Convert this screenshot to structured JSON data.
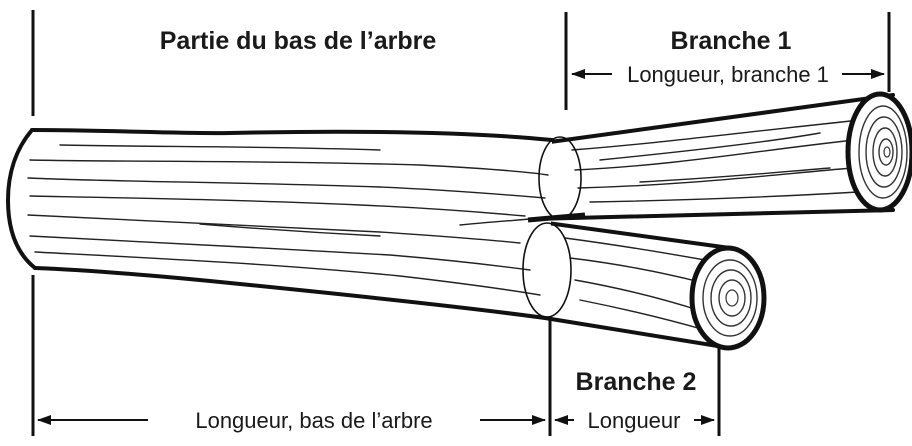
{
  "labels": {
    "trunk_title": "Partie du bas de l’arbre",
    "branch1_title": "Branche 1",
    "branch1_length": "Longueur, branche 1",
    "branch2_title": "Branche 2",
    "branch2_length": "Longueur",
    "trunk_length": "Longueur, bas de l’arbre"
  }
}
